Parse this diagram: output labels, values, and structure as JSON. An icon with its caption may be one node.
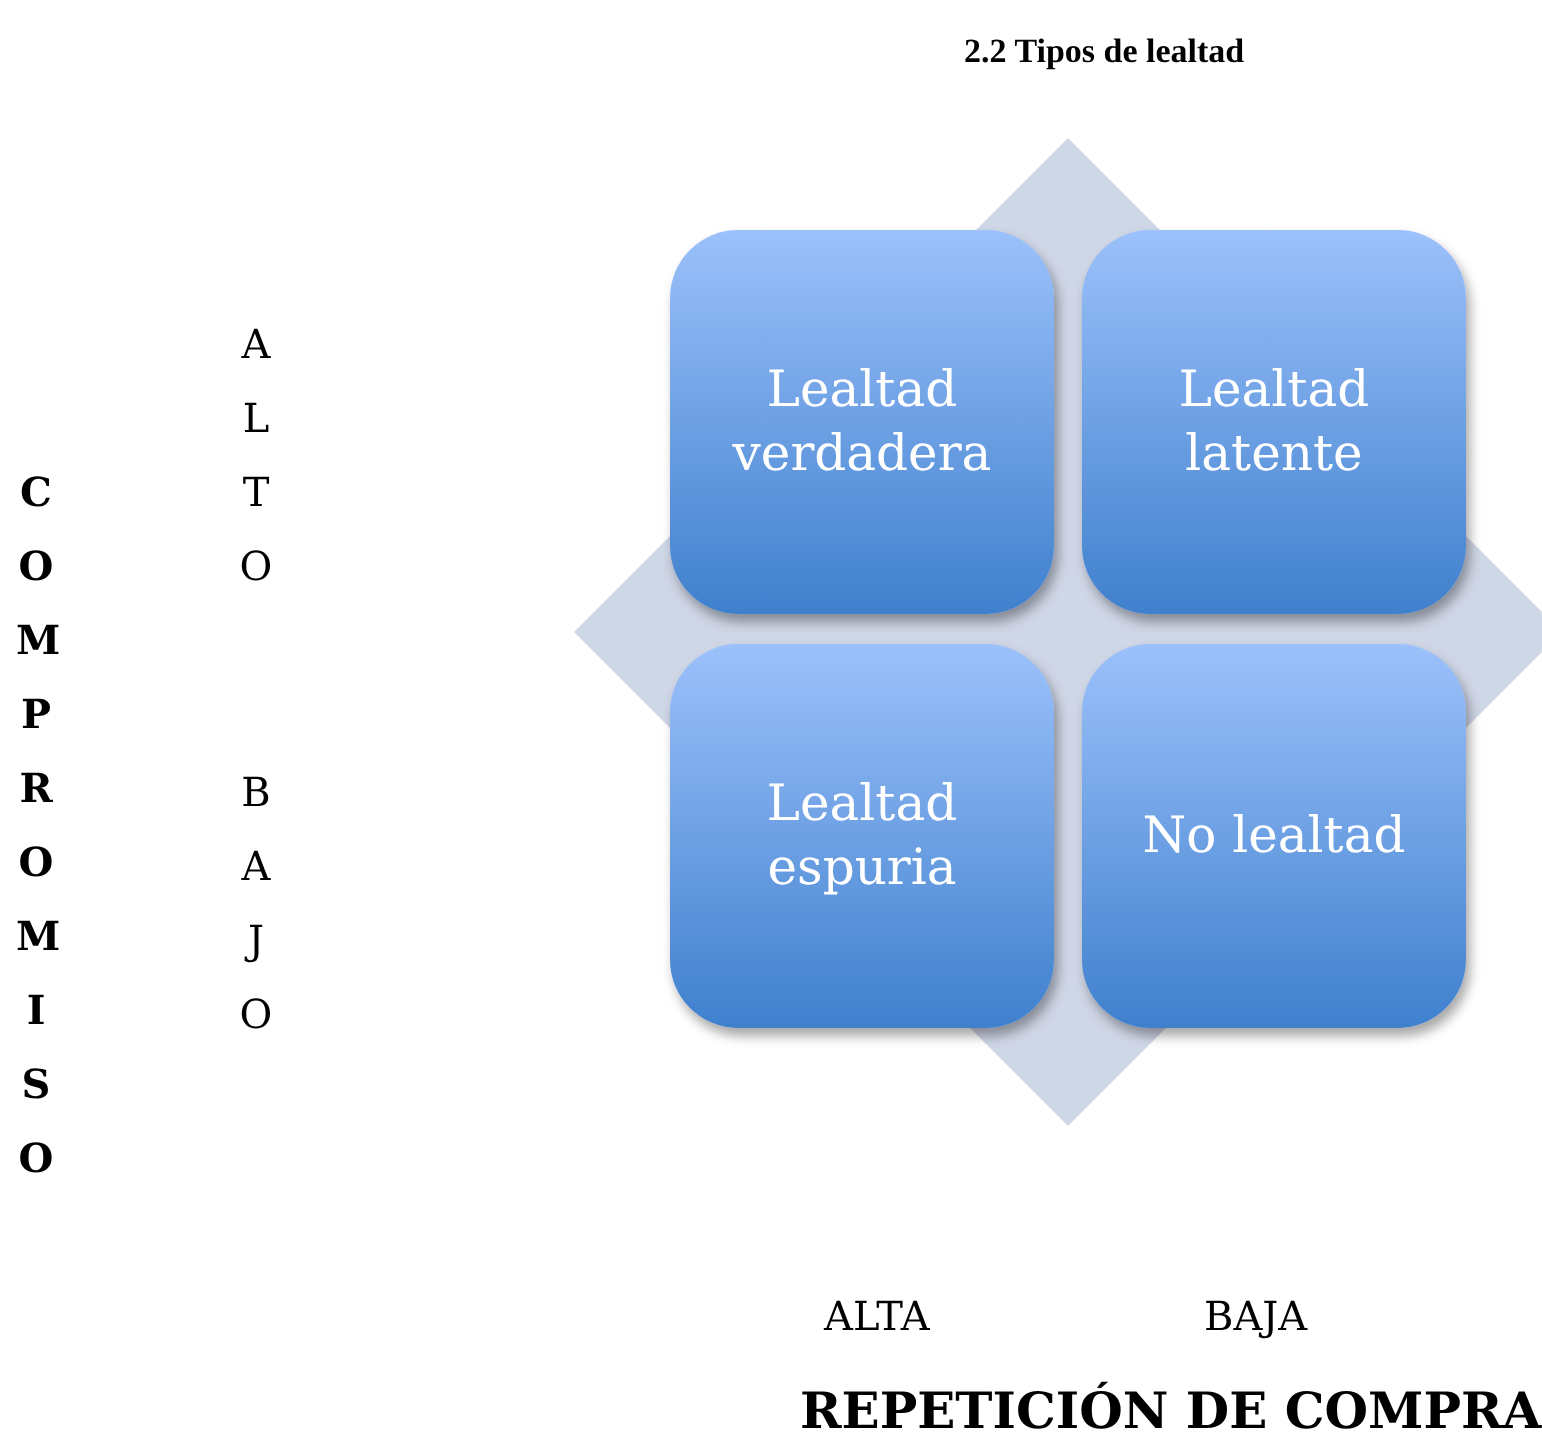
{
  "diagram": {
    "title": "2.2 Tipos de lealtad",
    "nodes": [
      {
        "text": [
          "Lealtad verdadera"
        ]
      },
      {
        "text": [
          "Lealtad latente"
        ]
      },
      {
        "text": [
          "Lealtad espuria"
        ]
      },
      {
        "text": [
          "No lealtad"
        ]
      }
    ],
    "labels": [
      "COMPROMISO",
      "ALTO",
      "BAJO",
      "ALTA",
      "BAJA",
      "REPETICIÓN DE COMPRA"
    ]
  }
}
